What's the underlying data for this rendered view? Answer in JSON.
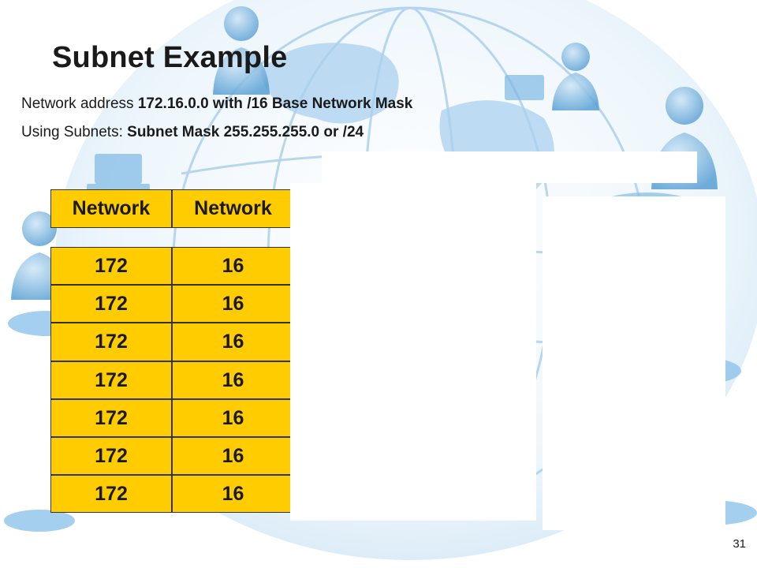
{
  "slide": {
    "title": "Subnet Example",
    "line1": {
      "prefix": "Network address ",
      "bold": "172.16.0.0 with /16 Base Network Mask"
    },
    "line2": {
      "prefix": "Using Subnets: ",
      "bold": "Subnet Mask 255.255.255.0 or /24"
    },
    "page_number": "31"
  },
  "table": {
    "headers": [
      "Network",
      "Network"
    ],
    "rows": [
      [
        "172",
        "16"
      ],
      [
        "172",
        "16"
      ],
      [
        "172",
        "16"
      ],
      [
        "172",
        "16"
      ],
      [
        "172",
        "16"
      ],
      [
        "172",
        "16"
      ],
      [
        "172",
        "16"
      ]
    ]
  },
  "colors": {
    "cell_fill": "#ffcc00",
    "cell_border": "#333333",
    "globe_blue": "#6aaad8"
  }
}
